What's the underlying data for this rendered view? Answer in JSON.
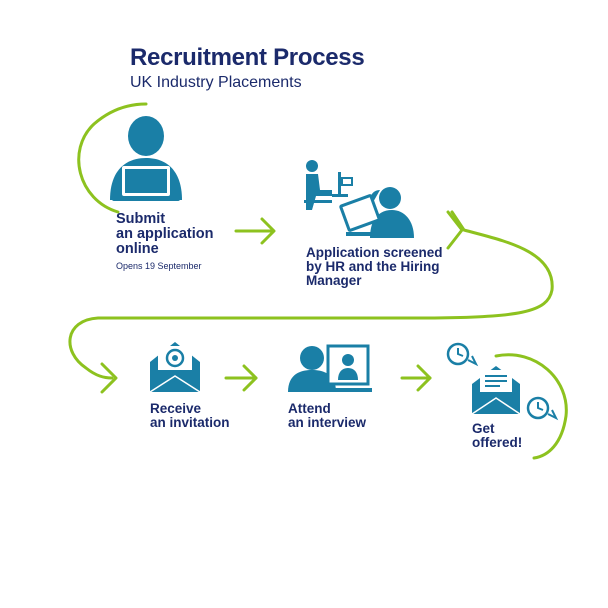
{
  "header": {
    "title": "Recruitment Process",
    "subtitle": "UK Industry Placements"
  },
  "steps": [
    {
      "label_line1": "Submit",
      "label_line2": "an application",
      "label_line3": "online",
      "note": "Opens 19 September",
      "icon": "person-at-laptop-icon"
    },
    {
      "label_line1": "Application screened",
      "label_line2": "by HR and the Hiring",
      "label_line3": "Manager",
      "icon": "screening-reviewers-icon"
    },
    {
      "label_line1": "Receive",
      "label_line2": "an invitation",
      "icon": "email-envelope-icon"
    },
    {
      "label_line1": "Attend",
      "label_line2": "an interview",
      "icon": "video-interview-icon"
    },
    {
      "label_line1": "Get",
      "label_line2": "offered!",
      "icon": "offer-letter-clock-icon"
    }
  ],
  "colors": {
    "navy": "#1b2a6b",
    "teal": "#1a7fa6",
    "green": "#8dc21f"
  }
}
